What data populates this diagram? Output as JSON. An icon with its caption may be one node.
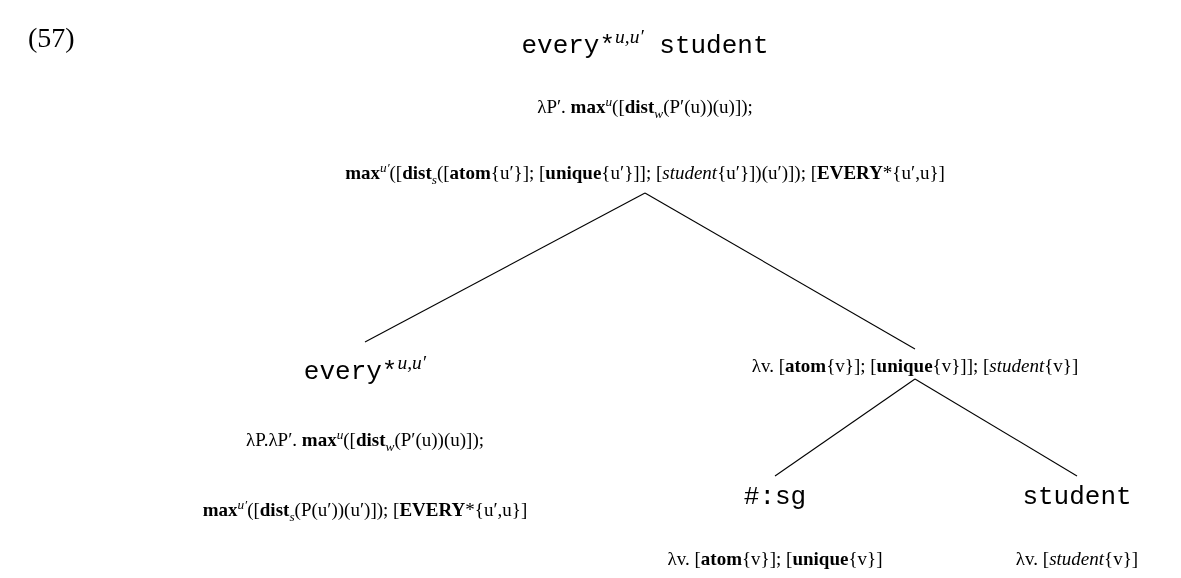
{
  "diagram": {
    "nodes": [
      {
        "text": [
          "every*$^{u,u′}$ student",
          "λP′. **max**$^{u}$([**dist**$_{w}$(P′(u))(u)]);",
          "**max**$^{u′}$([**dist**$_{s}$([**atom**{u′}]; [**unique**{u′}]]; [*student*{u′}])(u′)]); [**EVERY***{u′,u}]"
        ]
      },
      {
        "text": [
          "every*$^{u,u′}$",
          "λP.λP′. **max**$^{u}$([**dist**$_{w}$(P′(u))(u)]);",
          "**max**$^{u′}$([**dist**$_{s}$(P(u′))(u′)]); [**EVERY***{u′,u}]"
        ]
      },
      {
        "text": [
          "λv. [**atom**{v}]; [**unique**{v}]]; [*student*{v}]"
        ]
      },
      {
        "text": [
          "#:sg",
          "λv. [**atom**{v}]; [**unique**{v}]"
        ]
      },
      {
        "text": [
          "student",
          "λv. [*student*{v}]"
        ]
      }
    ],
    "edges": [
      {
        "from": 0,
        "to": 1,
        "arrow": "none"
      },
      {
        "from": 0,
        "to": 2,
        "arrow": "none"
      },
      {
        "from": 2,
        "to": 3,
        "arrow": "none"
      },
      {
        "from": 2,
        "to": 4,
        "arrow": "none"
      }
    ],
    "labels": [
      "(57)"
    ]
  }
}
